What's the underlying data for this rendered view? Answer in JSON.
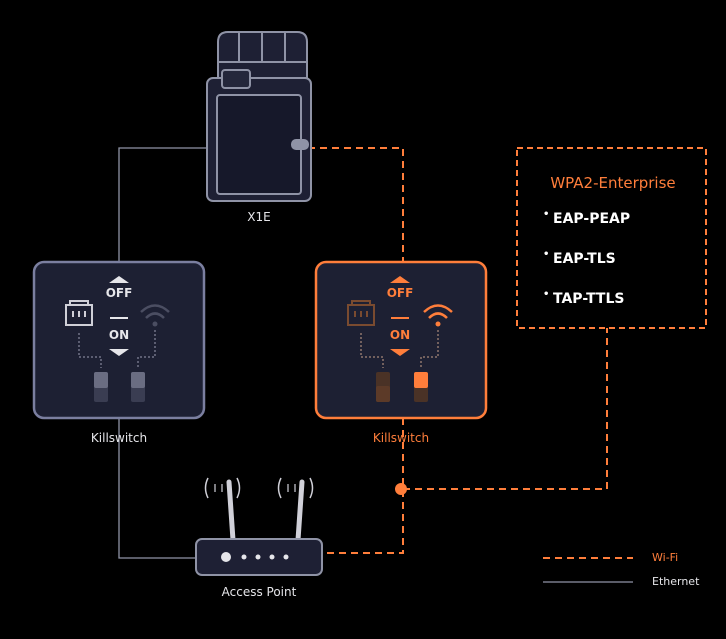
{
  "device": {
    "label": "X1E"
  },
  "killswitch_left": {
    "label": "Killswitch",
    "off": "OFF",
    "on": "ON"
  },
  "killswitch_right": {
    "label": "Killswitch",
    "off": "OFF",
    "on": "ON"
  },
  "access_point": {
    "label": "Access Point"
  },
  "security": {
    "title": "WPA2-Enterprise",
    "methods": [
      "EAP-PEAP",
      "EAP-TLS",
      "TAP-TTLS"
    ]
  },
  "legend": {
    "wifi": "Wi-Fi",
    "ethernet": "Ethernet"
  },
  "colors": {
    "accent": "#ff7e3b",
    "ethernet_line": "#8f93a6",
    "panel_border": "#7b7fa0",
    "panel_fill": "#1d2033"
  }
}
